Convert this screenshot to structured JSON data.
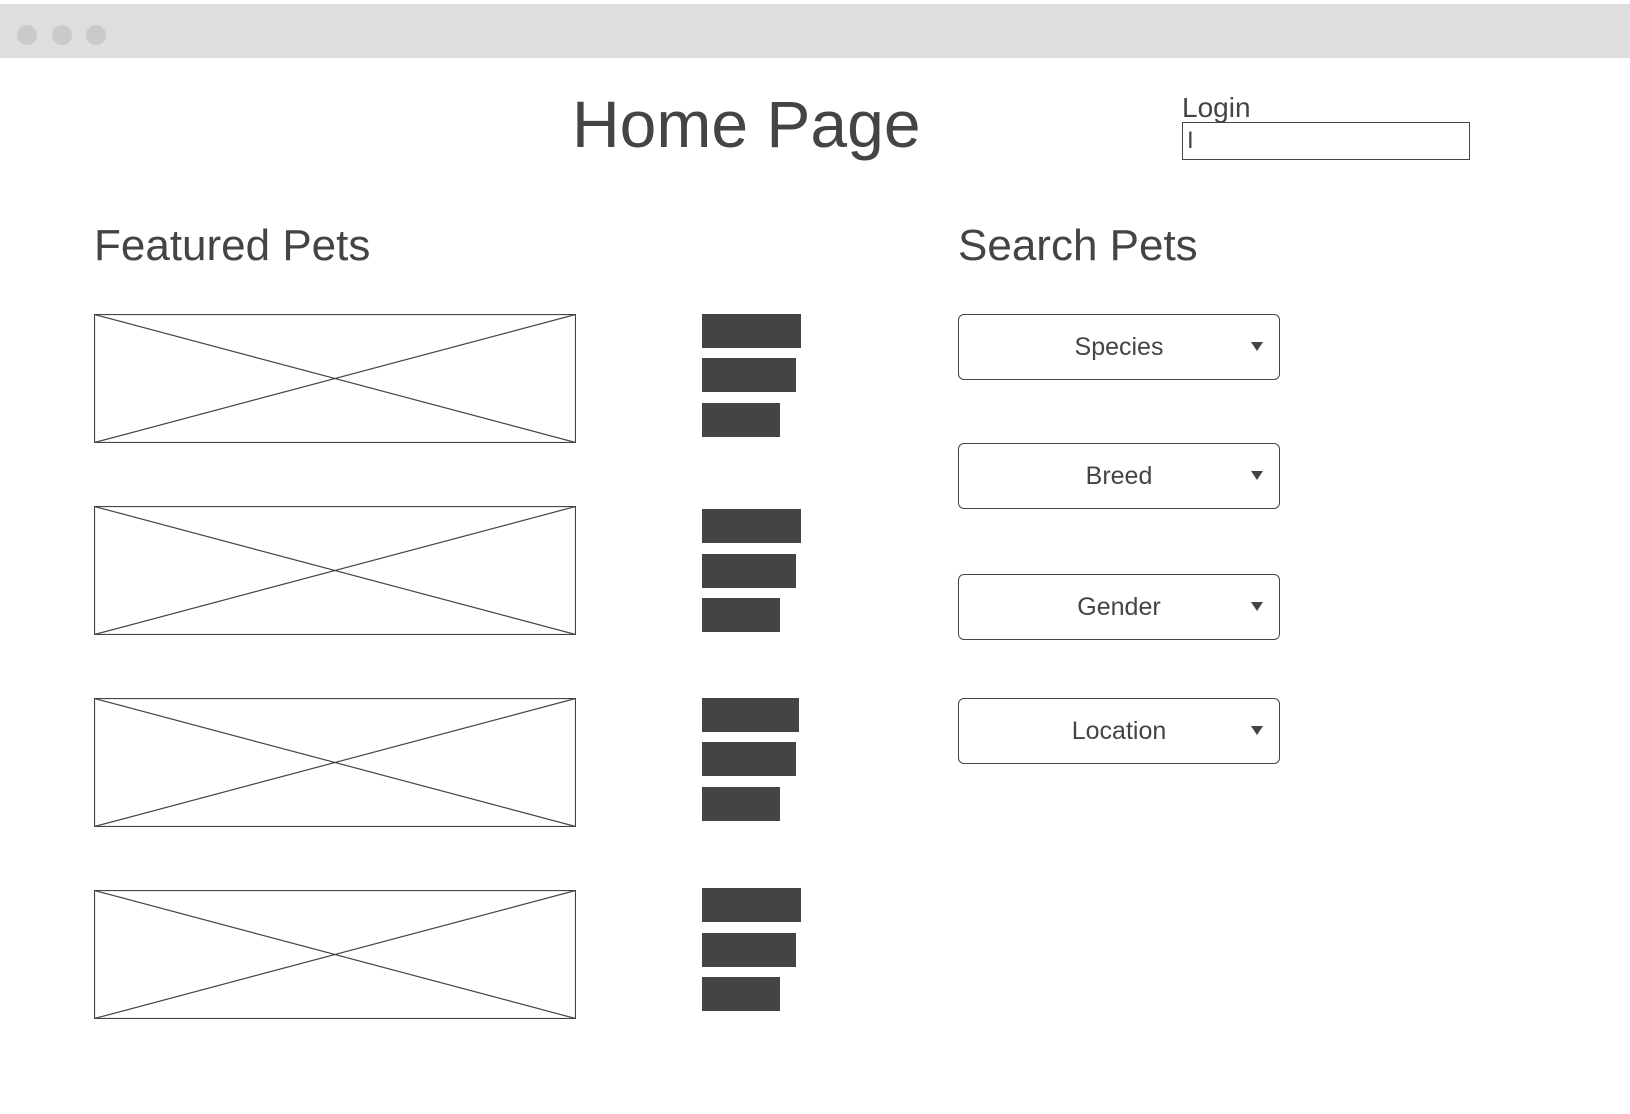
{
  "window": {
    "controls": [
      "close-dot",
      "minimize-dot",
      "zoom-dot"
    ]
  },
  "header": {
    "title": "Home Page",
    "login_label": "Login",
    "login_value": "I"
  },
  "featured": {
    "title": "Featured Pets",
    "items": [
      {
        "image": "image-placeholder"
      },
      {
        "image": "image-placeholder"
      },
      {
        "image": "image-placeholder"
      },
      {
        "image": "image-placeholder"
      }
    ]
  },
  "search": {
    "title": "Search Pets",
    "filters": [
      {
        "label": "Species"
      },
      {
        "label": "Breed"
      },
      {
        "label": "Gender"
      },
      {
        "label": "Location"
      }
    ]
  },
  "colors": {
    "ink": "#444444",
    "titlebar": "#dedede",
    "dot": "#cacaca",
    "background": "#ffffff"
  }
}
